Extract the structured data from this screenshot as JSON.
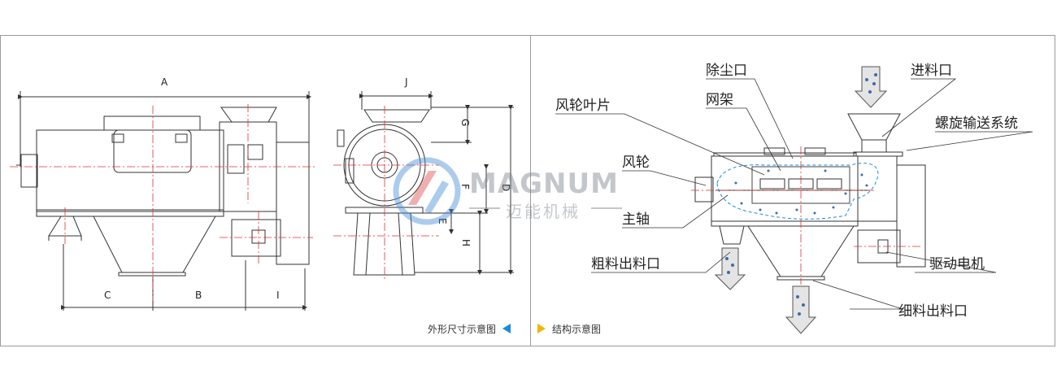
{
  "left_panel": {
    "dimension_labels": {
      "A": "A",
      "B": "B",
      "C": "C",
      "I": "I",
      "J": "J",
      "G": "G",
      "D": "D",
      "F": "F",
      "E": "E",
      "H": "H"
    }
  },
  "right_panel": {
    "labels": {
      "dust_outlet": "除尘口",
      "feed_inlet": "进料口",
      "impeller_blade": "风轮叶片",
      "screen_frame": "网架",
      "screw_conveyor": "螺旋输送系统",
      "impeller": "风轮",
      "main_shaft": "主轴",
      "coarse_outlet": "粗料出料口",
      "drive_motor": "驱动电机",
      "fine_outlet": "细料出料口"
    }
  },
  "footer": {
    "left_caption": "外形尺寸示意图",
    "right_caption": "结构示意图"
  },
  "watermark": {
    "brand": "MAGNUM",
    "brand_cn": "迈能机械"
  },
  "colors": {
    "line": "#333333",
    "centerline": "#e03030",
    "blue_arrow": "#1a8ae0",
    "yellow_arrow": "#f3b400",
    "particle": "#3a6ea5"
  }
}
